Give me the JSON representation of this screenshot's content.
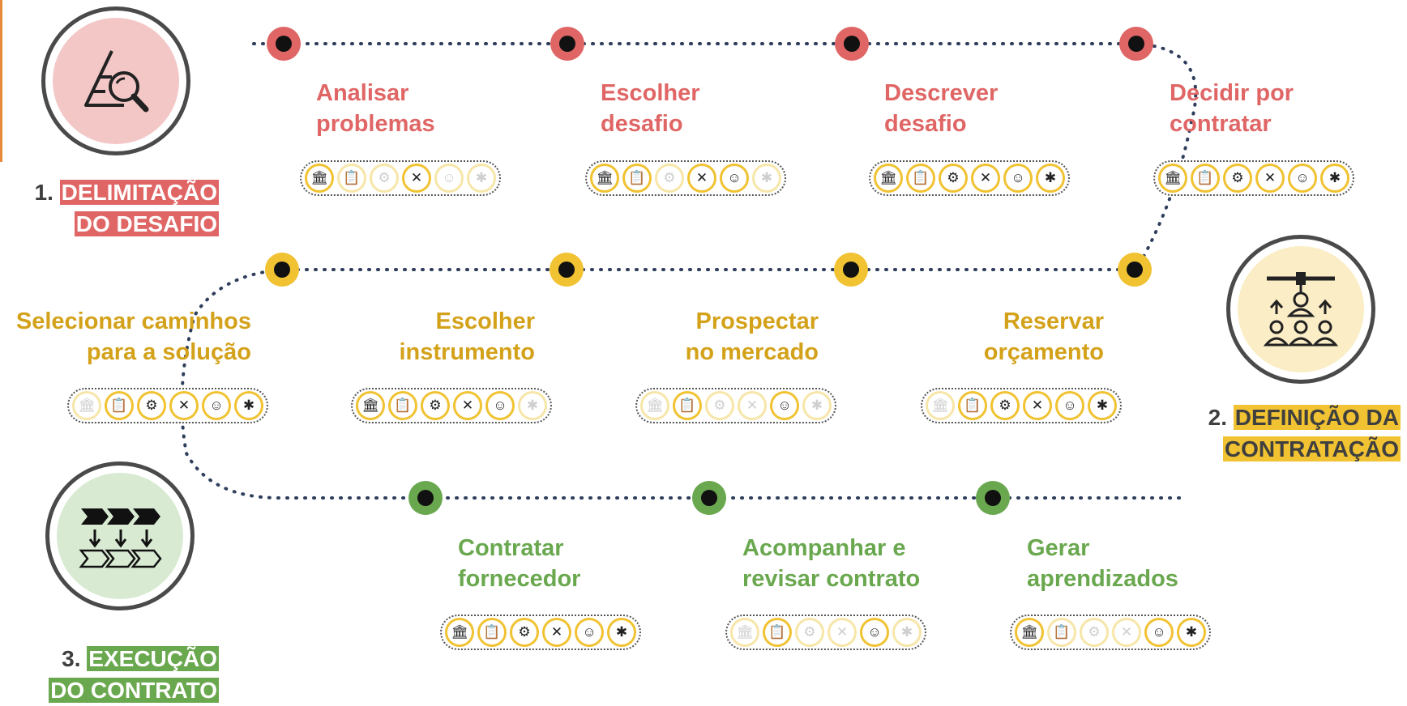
{
  "colors": {
    "phase1": "#e06666",
    "phase1_bg": "#f4c7c7",
    "phase2": "#f1c232",
    "phase2_text": "#d4a21a",
    "phase2_bg": "#fbedc6",
    "phase3": "#6aa84f",
    "phase3_bg": "#d9ead3",
    "dots": "#2f3e5c"
  },
  "phases": [
    {
      "number": "1.",
      "line1": "DELIMITAÇÃO",
      "line2": "DO DESAFIO",
      "icon": "pyramid-magnifier-icon"
    },
    {
      "number": "2.",
      "line1": "DEFINIÇÃO DA",
      "line2": "CONTRATAÇÃO",
      "icon": "team-selection-icon"
    },
    {
      "number": "3.",
      "line1": "EXECUÇÃO",
      "line2": "DO CONTRATO",
      "icon": "process-flow-icon"
    }
  ],
  "icon_names": [
    "column-icon",
    "document-review-icon",
    "workflow-icon",
    "no-message-icon",
    "head-gears-icon",
    "idea-gear-icon"
  ],
  "steps": [
    {
      "phase": 1,
      "line1": "Analisar",
      "line2": "problemas",
      "active": [
        true,
        false,
        false,
        true,
        false,
        false
      ]
    },
    {
      "phase": 1,
      "line1": "Escolher",
      "line2": "desafio",
      "active": [
        true,
        true,
        false,
        true,
        true,
        false
      ]
    },
    {
      "phase": 1,
      "line1": "Descrever",
      "line2": "desafio",
      "active": [
        true,
        true,
        true,
        true,
        true,
        true
      ]
    },
    {
      "phase": 1,
      "line1": "Decidir por",
      "line2": "contratar",
      "active": [
        true,
        true,
        true,
        true,
        true,
        true
      ]
    },
    {
      "phase": 2,
      "line1": "Selecionar caminhos",
      "line2": "para a solução",
      "active": [
        false,
        true,
        true,
        true,
        true,
        true
      ]
    },
    {
      "phase": 2,
      "line1": "Escolher",
      "line2": "instrumento",
      "active": [
        true,
        true,
        true,
        true,
        true,
        false
      ]
    },
    {
      "phase": 2,
      "line1": "Prospectar",
      "line2": "no mercado",
      "active": [
        false,
        true,
        false,
        false,
        true,
        false
      ]
    },
    {
      "phase": 2,
      "line1": "Reservar",
      "line2": "orçamento",
      "active": [
        false,
        true,
        true,
        true,
        true,
        true
      ]
    },
    {
      "phase": 3,
      "line1": "Contratar",
      "line2": "fornecedor",
      "active": [
        true,
        true,
        true,
        true,
        true,
        true
      ]
    },
    {
      "phase": 3,
      "line1": "Acompanhar e",
      "line2": "revisar contrato",
      "active": [
        false,
        true,
        false,
        false,
        true,
        false
      ]
    },
    {
      "phase": 3,
      "line1": "Gerar",
      "line2": "aprendizados",
      "active": [
        true,
        false,
        false,
        false,
        true,
        true
      ]
    }
  ]
}
